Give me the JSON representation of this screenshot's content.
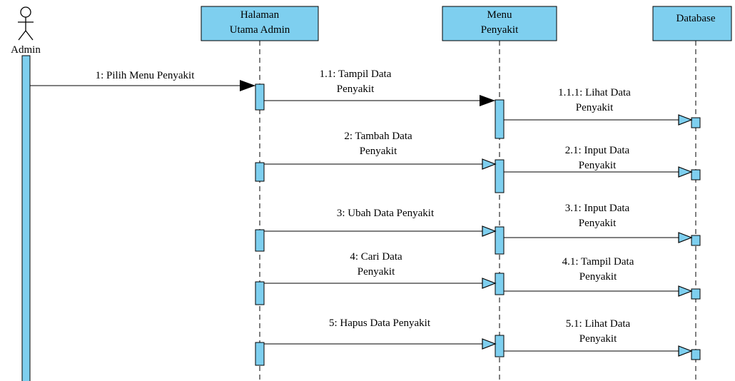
{
  "colors": {
    "lifeline_fill": "#7ecfef",
    "line": "#000000",
    "background": "#ffffff"
  },
  "actor": {
    "name": "Admin",
    "icon": "stick-figure-icon"
  },
  "lifelines": [
    {
      "id": "halaman",
      "lines": [
        "Halaman",
        "Utama Admin"
      ]
    },
    {
      "id": "menu",
      "lines": [
        "Menu",
        "Penyakit"
      ]
    },
    {
      "id": "database",
      "lines": [
        "Database"
      ]
    }
  ],
  "messages": [
    {
      "lines": [
        "1: Pilih Menu Penyakit"
      ]
    },
    {
      "lines": [
        "1.1: Tampil Data",
        "Penyakit"
      ]
    },
    {
      "lines": [
        "1.1.1: Lihat Data",
        "Penyakit"
      ]
    },
    {
      "lines": [
        "2: Tambah Data",
        "Penyakit"
      ]
    },
    {
      "lines": [
        "2.1: Input Data",
        "Penyakit"
      ]
    },
    {
      "lines": [
        "3: Ubah Data Penyakit"
      ]
    },
    {
      "lines": [
        "3.1: Input Data",
        "Penyakit"
      ]
    },
    {
      "lines": [
        "4: Cari Data",
        "Penyakit"
      ]
    },
    {
      "lines": [
        "4.1: Tampil Data",
        "Penyakit"
      ]
    },
    {
      "lines": [
        "5: Hapus Data Penyakit"
      ]
    },
    {
      "lines": [
        "5.1: Lihat Data",
        "Penyakit"
      ]
    }
  ]
}
